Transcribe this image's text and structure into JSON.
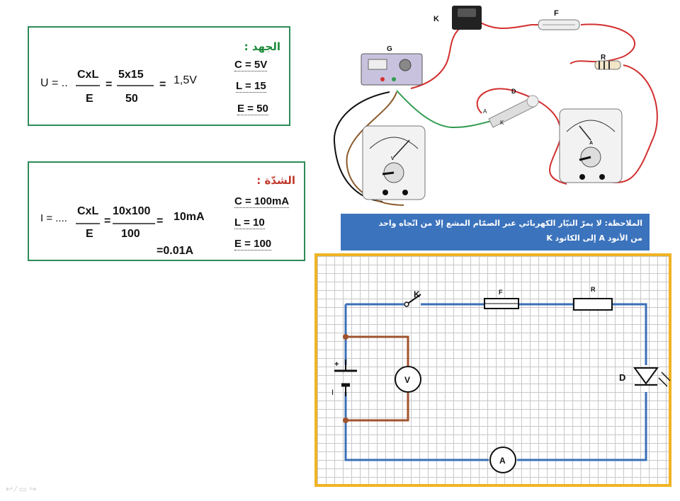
{
  "voltage_box": {
    "heading": "الجهد :",
    "formula": "U = ..CxL..=...5x15...=..1,5V.",
    "formula_left": "U = ..",
    "numerator": "CxL",
    "equals1": "=",
    "num2": "5x15",
    "equals2": "=",
    "result": "1,5V",
    "denominator": "E",
    "den2": "50",
    "c_line": "C = 5V",
    "l_line": "L = 15",
    "e_line": "E = 50"
  },
  "current_box": {
    "heading": "الشدّة :",
    "formula_left": "I = ....",
    "numerator": "CxL",
    "equals1": "=",
    "num2": "10x100",
    "equals2": "=",
    "result": "10mA",
    "denominator": "E",
    "den2": "100",
    "result2": "=0.01A",
    "c_line": "C = 100mA",
    "l_line": "L = 10",
    "e_line": "E = 100"
  },
  "note": {
    "line1": "الملاحظة: لا يمرّ التيّار الكهربائي عبر الصمّام المشع إلا من اتّجاه واحد",
    "line2": "من الأنود A إلى الكاتود K"
  },
  "photo_labels": {
    "switch": "K",
    "fuse": "F",
    "generator": "G",
    "resistor": "R",
    "diode": "D",
    "anode": "A",
    "cathode": "K",
    "voltmeter": "V",
    "ammeter": "A"
  },
  "schematic_labels": {
    "switch": "K",
    "fuse": "F",
    "resistor": "R",
    "diode": "D",
    "voltmeter": "V",
    "ammeter": "A",
    "plus": "+",
    "minus": "I"
  },
  "colors": {
    "box_border": "#2e8b57",
    "wire_blue": "#3a6fb7",
    "wire_brown": "#a0522d",
    "wire_red": "#d32f2f",
    "wire_green": "#2e9b4f",
    "frame": "#f0b323",
    "note_bg": "#3b73bd"
  }
}
